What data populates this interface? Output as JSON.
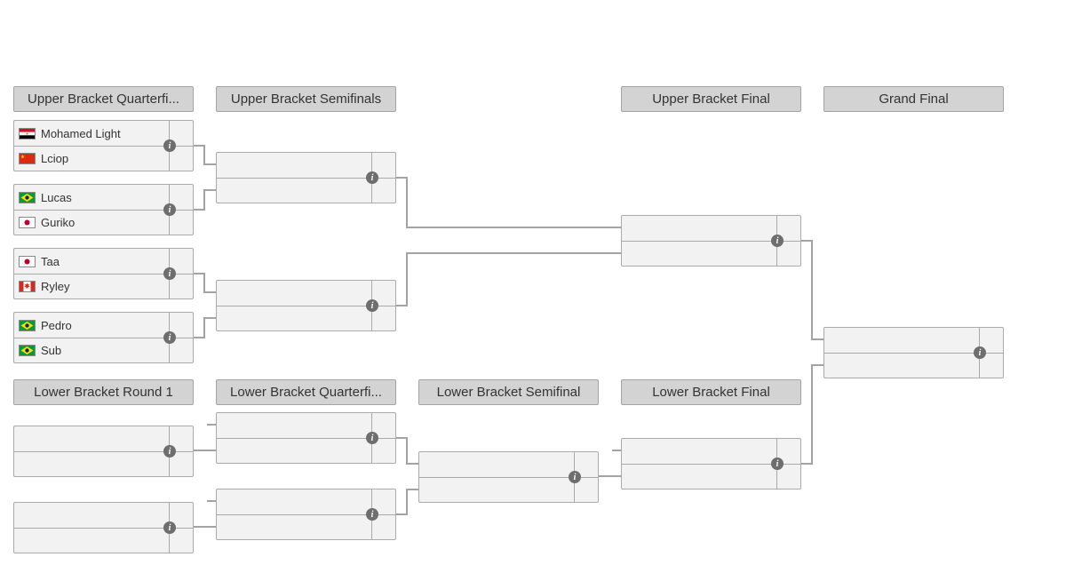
{
  "colors": {
    "page_bg": "#ffffff",
    "header_bg": "#d3d3d3",
    "header_border": "#a3a3a3",
    "match_bg": "#f2f2f2",
    "match_border": "#aaaaaa",
    "connector": "#a3a3a3",
    "info_icon_bg": "#6e6e6e",
    "text": "#333333"
  },
  "bracket": {
    "info_glyph": "i",
    "headers": [
      {
        "label": "Upper Bracket Quarterfi..."
      },
      {
        "label": "Upper Bracket Semifinals"
      },
      {
        "label": "Upper Bracket Final"
      },
      {
        "label": "Grand Final"
      },
      {
        "label": "Lower Bracket Round 1"
      },
      {
        "label": "Lower Bracket Quarterfi..."
      },
      {
        "label": "Lower Bracket Semifinal"
      },
      {
        "label": "Lower Bracket Final"
      }
    ],
    "matches": {
      "ubqf1": {
        "p1": {
          "name": "Mohamed Light",
          "flag": "egypt"
        },
        "p2": {
          "name": "Lciop",
          "flag": "china"
        }
      },
      "ubqf2": {
        "p1": {
          "name": "Lucas",
          "flag": "brazil"
        },
        "p2": {
          "name": "Guriko",
          "flag": "japan"
        }
      },
      "ubqf3": {
        "p1": {
          "name": "Taa",
          "flag": "japan"
        },
        "p2": {
          "name": "Ryley",
          "flag": "canada"
        }
      },
      "ubqf4": {
        "p1": {
          "name": "Pedro",
          "flag": "brazil"
        },
        "p2": {
          "name": "Sub",
          "flag": "brazil"
        }
      },
      "ubsf1": {
        "p1": {
          "name": ""
        },
        "p2": {
          "name": ""
        }
      },
      "ubsf2": {
        "p1": {
          "name": ""
        },
        "p2": {
          "name": ""
        }
      },
      "ubf": {
        "p1": {
          "name": ""
        },
        "p2": {
          "name": ""
        }
      },
      "gf": {
        "p1": {
          "name": ""
        },
        "p2": {
          "name": ""
        }
      },
      "lbr1m1": {
        "p1": {
          "name": ""
        },
        "p2": {
          "name": ""
        }
      },
      "lbr1m2": {
        "p1": {
          "name": ""
        },
        "p2": {
          "name": ""
        }
      },
      "lbqf1": {
        "p1": {
          "name": ""
        },
        "p2": {
          "name": ""
        }
      },
      "lbqf2": {
        "p1": {
          "name": ""
        },
        "p2": {
          "name": ""
        }
      },
      "lbsf": {
        "p1": {
          "name": ""
        },
        "p2": {
          "name": ""
        }
      },
      "lbf": {
        "p1": {
          "name": ""
        },
        "p2": {
          "name": ""
        }
      }
    }
  }
}
